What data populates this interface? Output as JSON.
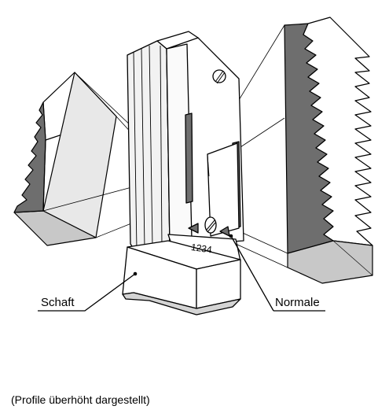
{
  "labels": {
    "shank": "Schaft",
    "normal": "Normale",
    "serial": "1234"
  },
  "caption": "(Profile überhöht dargestellt)",
  "colors": {
    "line": "#000000",
    "dark_gray": "#6e6e6e",
    "mid_gray": "#bdbdbd",
    "light_gray": "#e4e4e4",
    "white": "#ffffff"
  }
}
